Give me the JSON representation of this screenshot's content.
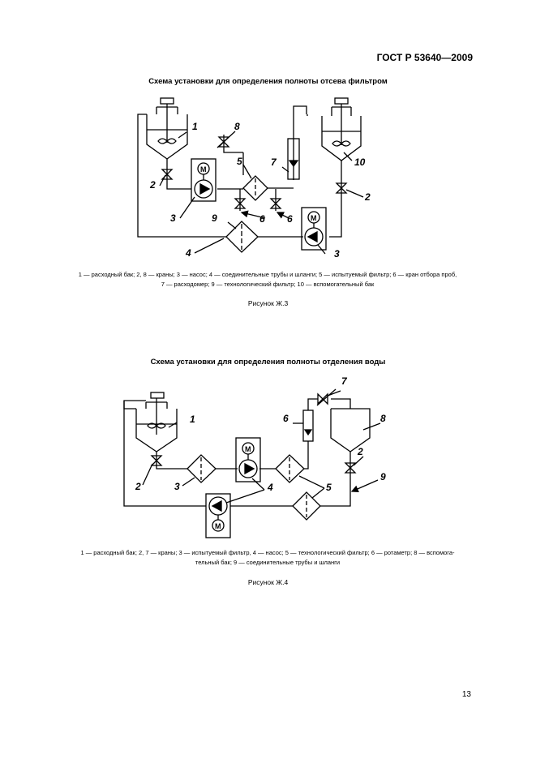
{
  "header": {
    "standard": "ГОСТ Р 53640—2009"
  },
  "figure3": {
    "title": "Схема установки для определения полноты отсева фильтром",
    "legend_line1": "1 — расходный бак; 2, 8 — краны; 3 — насос; 4 — соединительные трубы и шланги; 5 — испытуемый фильтр; 6 — кран отбора проб,",
    "legend_line2": "7 — расходомер; 9 — технологический фильтр; 10 — вспомогательный бак",
    "caption": "Рисунок Ж.3",
    "labels": {
      "l1": "1",
      "l2a": "2",
      "l2b": "2",
      "l3a": "3",
      "l3b": "3",
      "l4": "4",
      "l5": "5",
      "l6a": "6",
      "l6b": "6",
      "l7": "7",
      "l8": "8",
      "l9": "9",
      "l10": "10",
      "motor_a": "М",
      "motor_b": "М"
    }
  },
  "figure4": {
    "title": "Схема установки для определения полноты отделения воды",
    "legend_line1": "1 — расходный бак; 2, 7 — краны; 3 — испытуемый фильтр, 4 — насос; 5 — технологический фильтр; 6 — ротаметр; 8 — вспомога-",
    "legend_line2": "тельный бак; 9 — соединительные трубы и шланги",
    "caption": "Рисунок Ж.4",
    "labels": {
      "l1": "1",
      "l2a": "2",
      "l2b": "2",
      "l3": "3",
      "l4": "4",
      "l5": "5",
      "l6": "6",
      "l7": "7",
      "l8": "8",
      "l9": "9",
      "motor_a": "М",
      "motor_b": "М"
    }
  },
  "footer": {
    "page_number": "13"
  }
}
